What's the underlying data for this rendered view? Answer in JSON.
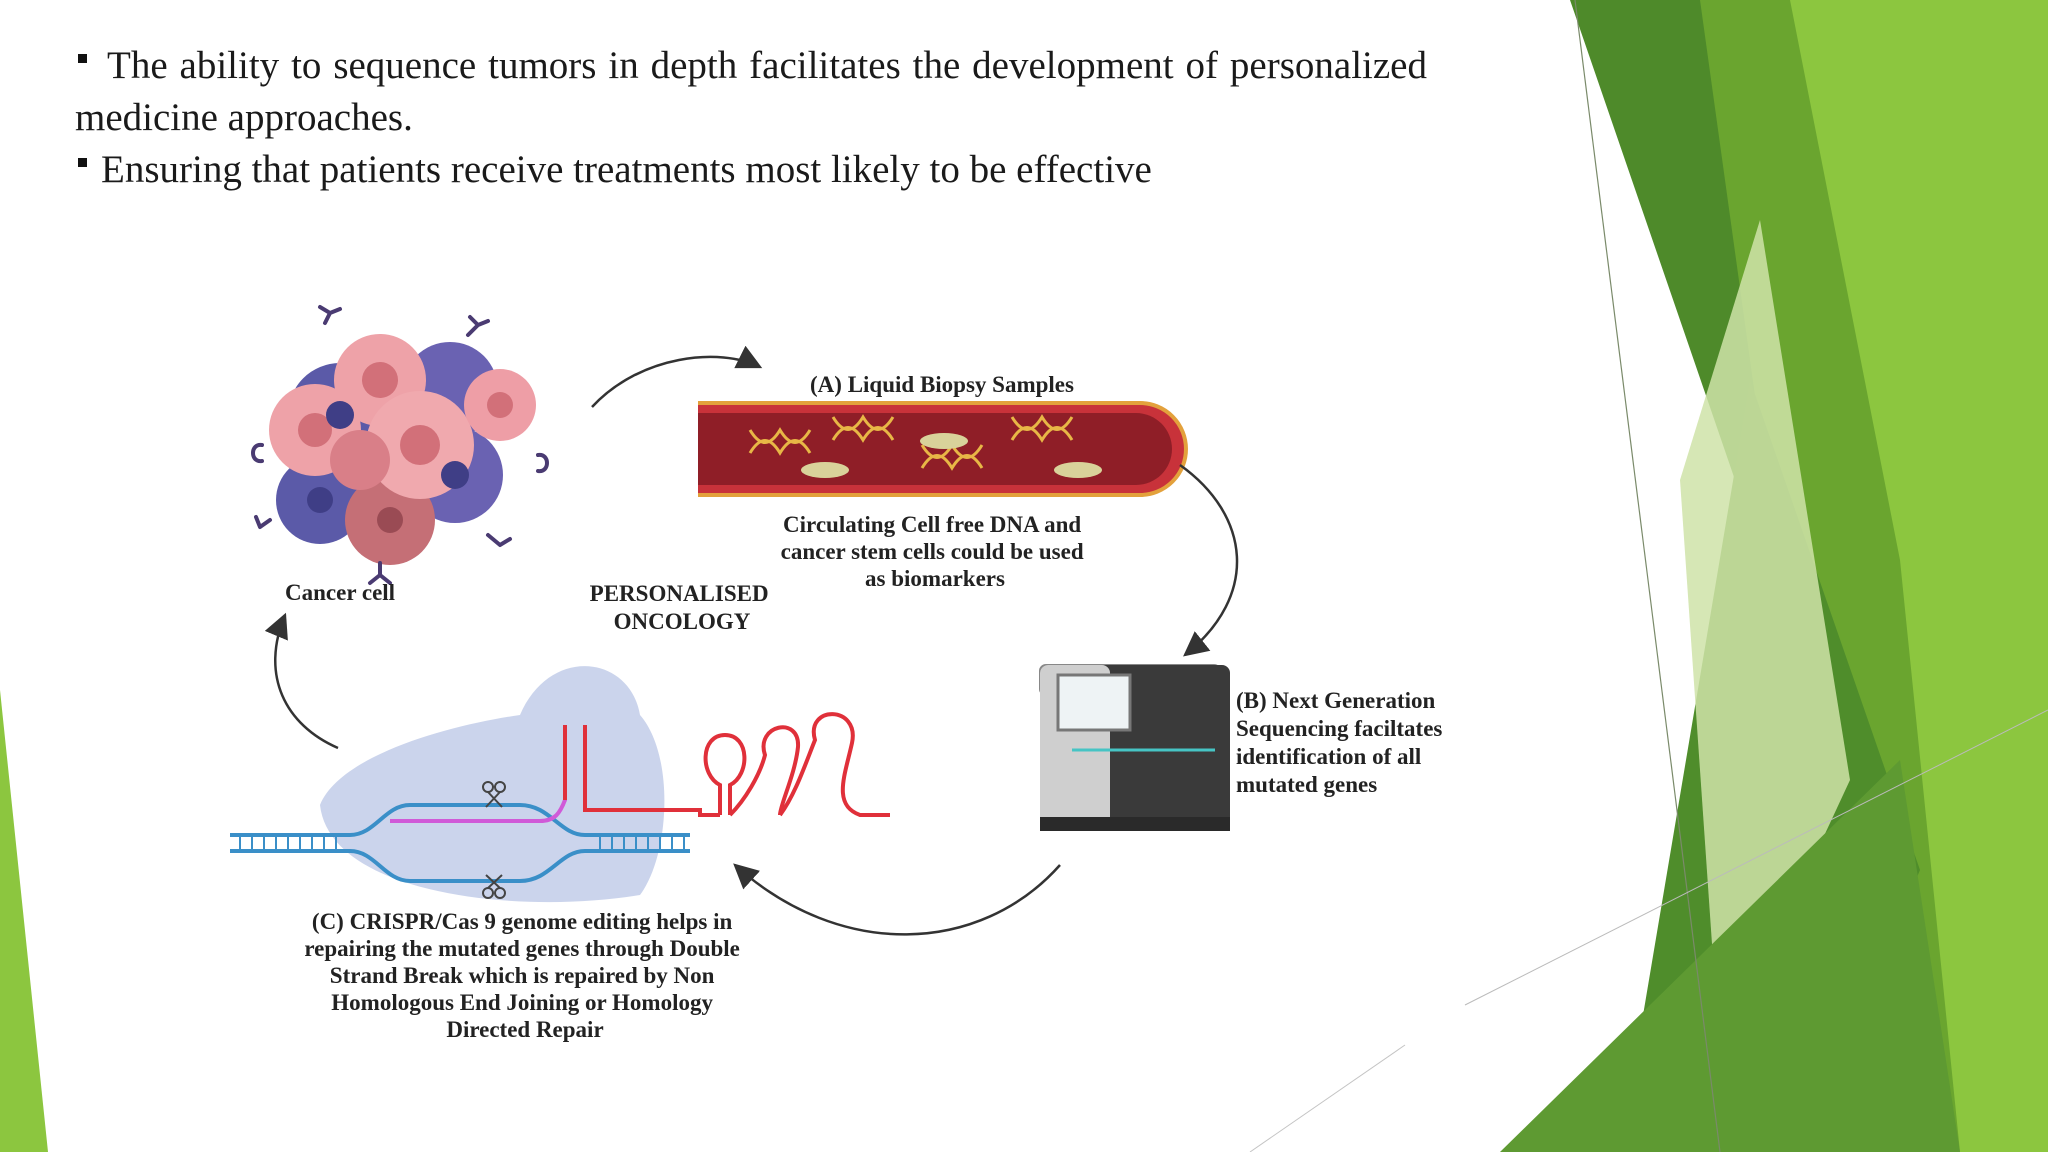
{
  "bullets": [
    "The ability to sequence tumors in depth facilitates the development of personalized medicine approaches.",
    "Ensuring that patients receive treatments most likely to be effective"
  ],
  "diagram": {
    "center_label": [
      "PERSONALISED",
      "ONCOLOGY"
    ],
    "cancer_label": "Cancer cell",
    "a_title": "(A) Liquid Biopsy Samples",
    "a_caption": [
      "Circulating Cell free DNA and",
      "cancer stem cells could be used",
      "as biomarkers"
    ],
    "b_caption": [
      "(B) Next Generation",
      "Sequencing faciltates",
      "identification of all",
      "mutated genes"
    ],
    "c_caption": [
      "(C) CRISPR/Cas 9 genome editing helps in",
      "repairing the mutated genes through Double",
      "Strand Break which is repaired by Non",
      "Homologous End Joining or Homology",
      "Directed Repair"
    ]
  },
  "colors": {
    "green_dark": "#4e8a2a",
    "green_mid": "#6aa52f",
    "green_light": "#8cc63f",
    "vessel_red": "#c8323a",
    "dna_blue": "#3a8fc8",
    "rna_red": "#e0303a"
  }
}
